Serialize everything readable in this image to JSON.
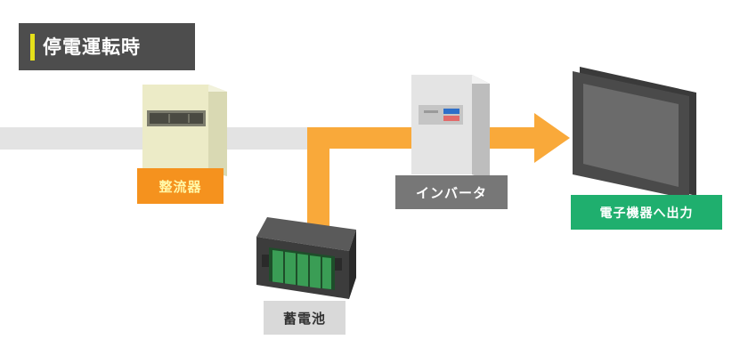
{
  "title": "停電運転時",
  "labels": {
    "rectifier": "整流器",
    "inverter": "インバータ",
    "battery": "蓄電池",
    "output": "電子機器へ出力"
  },
  "colors": {
    "title_bg": "#4d4d4d",
    "title_accent": "#e5e01a",
    "flow_active": "#f9a93a",
    "flow_inactive": "#e3e3e3",
    "rectifier_label": "#f5921e",
    "rectifier_label_text": "#fff8a8",
    "inverter_label": "#777777",
    "battery_label": "#d9d9d9",
    "output_label": "#1faf6e",
    "cell_green": "#2e8b45"
  },
  "icons": [
    "rectifier-cabinet-icon",
    "inverter-cabinet-icon",
    "battery-icon",
    "monitor-icon",
    "flow-arrow-icon"
  ]
}
